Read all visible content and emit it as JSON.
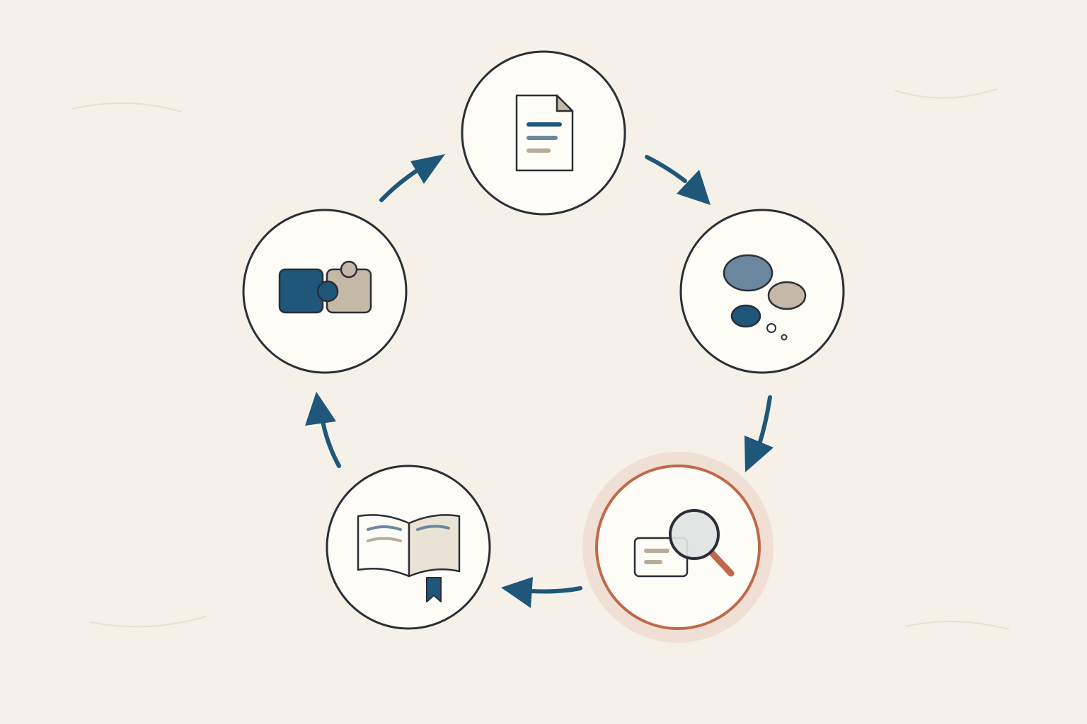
{
  "colors": {
    "background": "#f5f1e8",
    "node_fill": "#fdfcf6",
    "stroke": "#2b2e36",
    "arrow": "#1e5779",
    "navy": "#1e5779",
    "slate": "#6b879f",
    "taupe": "#c4b8a6",
    "taupe_dark": "#b7ab99",
    "paper": "#e9e3d6",
    "highlight": "#c0694a",
    "highlight_halo": "#f0dfd4",
    "lens": "#dfe3e2",
    "faint_curve": "#e8e0d0"
  },
  "diagram": {
    "type": "cycle",
    "direction": "clockwise",
    "active_step": "step-4",
    "nodes": [
      {
        "id": "step-1",
        "icon": "document-icon"
      },
      {
        "id": "step-2",
        "icon": "thought-bubbles-icon"
      },
      {
        "id": "step-3",
        "icon": "magnifier-card-icon",
        "highlighted": true
      },
      {
        "id": "step-4",
        "icon": "open-book-bookmark-icon"
      },
      {
        "id": "step-5",
        "icon": "puzzle-pieces-icon"
      }
    ],
    "edges": [
      {
        "from": "step-1",
        "to": "step-2"
      },
      {
        "from": "step-2",
        "to": "step-3"
      },
      {
        "from": "step-3",
        "to": "step-4"
      },
      {
        "from": "step-4",
        "to": "step-5"
      },
      {
        "from": "step-5",
        "to": "step-1"
      }
    ]
  }
}
